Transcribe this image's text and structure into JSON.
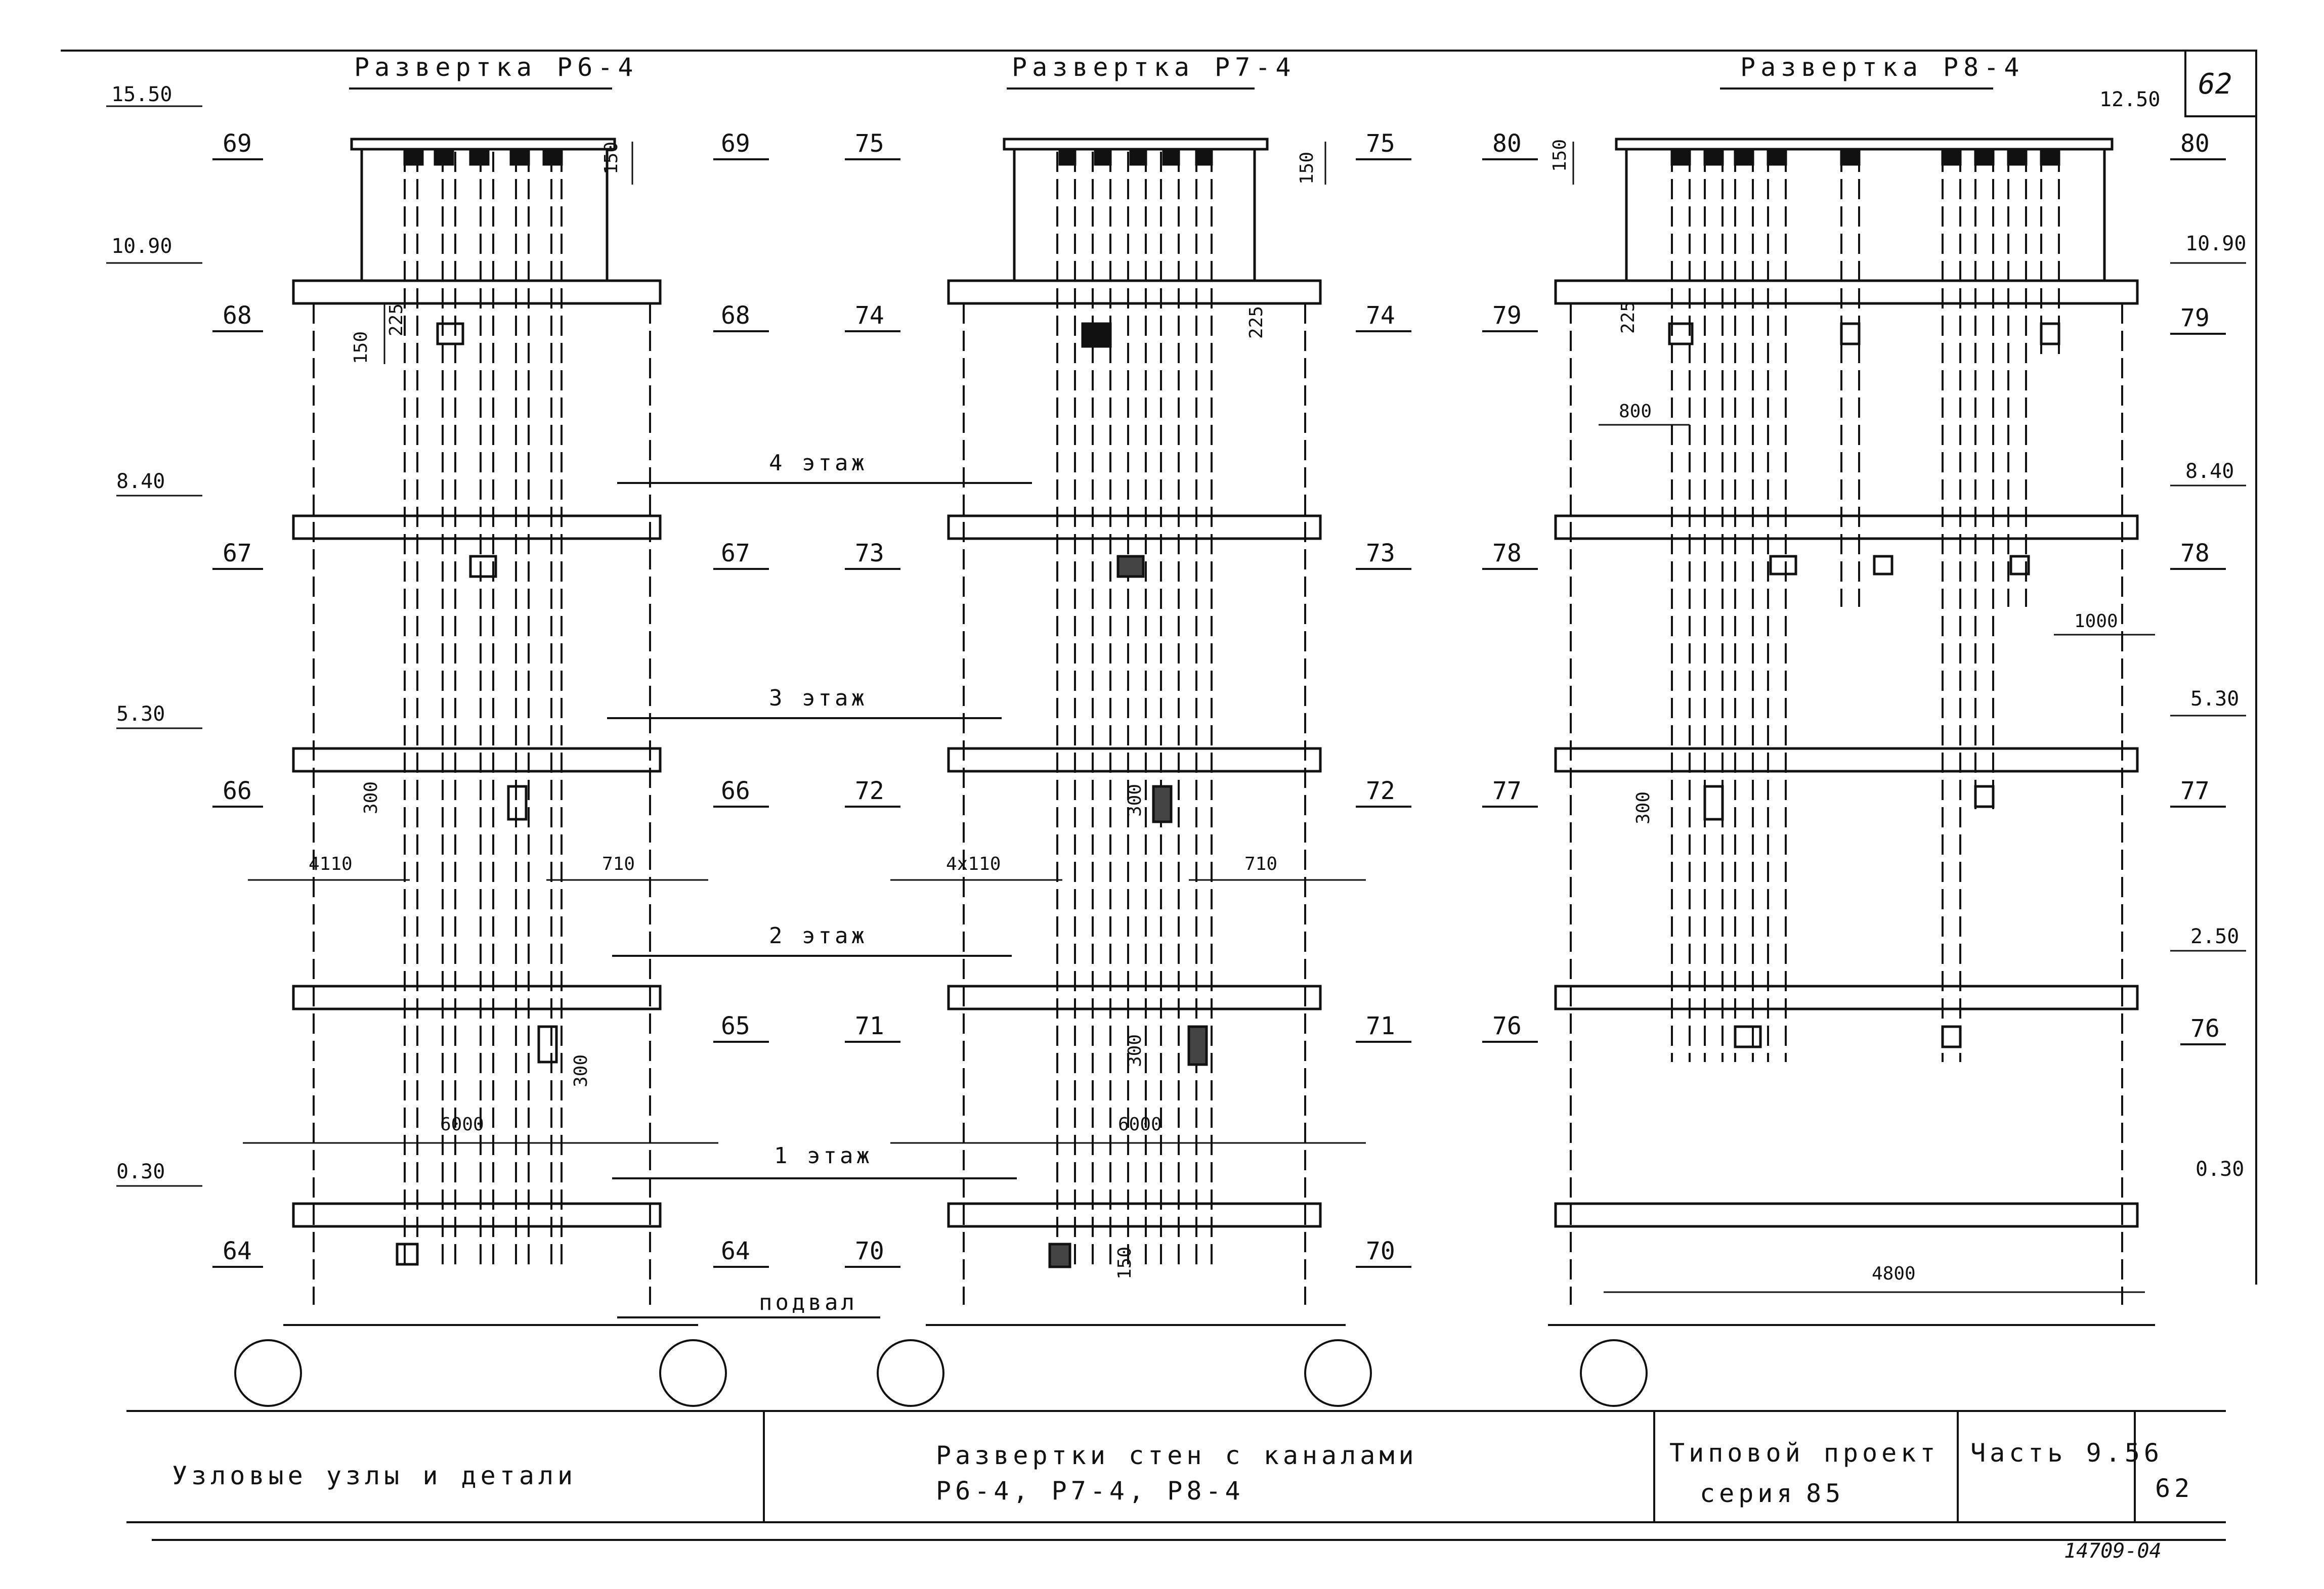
{
  "sheet_number": "62",
  "sheets": [
    {
      "title": "Развертка Р6-4",
      "marks_left": [
        "69",
        "68",
        "67",
        "66",
        "",
        "64"
      ],
      "marks_right": [
        "69",
        "68",
        "67",
        "66",
        "65",
        "64"
      ],
      "elevations": [
        "15.50",
        "10.90",
        "8.40",
        "5.30",
        "",
        "0.30"
      ],
      "dims": {
        "a": "150",
        "b": "225",
        "c": "300",
        "d": "4110",
        "e": "710",
        "f": "6000"
      }
    },
    {
      "title": "Развертка Р7-4",
      "marks_left": [
        "75",
        "74",
        "73",
        "72",
        "71",
        "70"
      ],
      "marks_right": [
        "75",
        "74",
        "73",
        "72",
        "71",
        "70"
      ],
      "dims": {
        "a": "150",
        "b": "225",
        "c": "300",
        "d": "4x110",
        "e": "710",
        "f": "6000"
      }
    },
    {
      "title": "Развертка Р8-4",
      "marks_left": [
        "80",
        "79",
        "78",
        "77",
        "76"
      ],
      "marks_right": [
        "80",
        "79",
        "78",
        "77",
        "76"
      ],
      "elevations": [
        "12.50",
        "10.90",
        "8.40",
        "5.30",
        "2.50",
        "0.30"
      ],
      "dims": {
        "a": "150",
        "b": "225",
        "c": "300",
        "d": "800",
        "e": "1000",
        "f": "4800"
      }
    }
  ],
  "floors": [
    "4 этаж",
    "3 этаж",
    "2 этаж",
    "1 этаж",
    "подвал"
  ],
  "stamp": {
    "left": "Узловые узлы и детали",
    "title_line1": "Развертки стен с каналами",
    "title_line2": "Р6-4, Р7-4, Р8-4",
    "project_label": "Типовой проект",
    "series_label": "серия",
    "series_value": "85",
    "part": "Часть 9.56",
    "sheet_short": "62"
  },
  "drawing_code": "14709-04"
}
